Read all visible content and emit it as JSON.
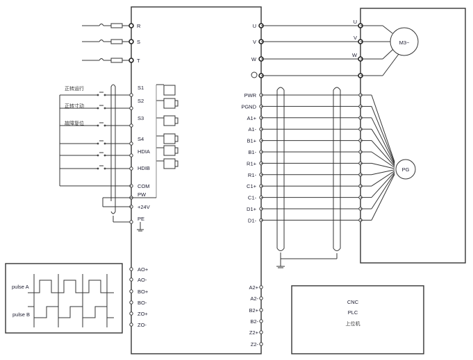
{
  "power_inputs": [
    "R",
    "S",
    "T"
  ],
  "digital_inputs": [
    {
      "terminal": "S1",
      "switch_label": "正转运行"
    },
    {
      "terminal": "S2",
      "switch_label": "正转寸动"
    },
    {
      "terminal": "S3",
      "switch_label": "故障复位"
    },
    {
      "terminal": "S4",
      "switch_label": ""
    },
    {
      "terminal": "HDIA",
      "switch_label": ""
    },
    {
      "terminal": "HDIB",
      "switch_label": ""
    }
  ],
  "common_terminals": [
    "COM",
    "PW",
    "+24V",
    "PE"
  ],
  "pulse_outputs": [
    "AO+",
    "AO-",
    "BO+",
    "BO-",
    "ZO+",
    "ZO-"
  ],
  "motor_terminals": [
    "U",
    "V",
    "W"
  ],
  "ground_symbol": "ground-icon",
  "motor": {
    "label": "M3~"
  },
  "encoder_terminals": [
    "PWR",
    "PGND",
    "A1+",
    "A1-",
    "B1+",
    "B1-",
    "R1+",
    "R1-",
    "C1+",
    "C1-",
    "D1+",
    "D1-"
  ],
  "encoder": {
    "label": "PG"
  },
  "pulse_inputs": [
    "A2+",
    "A2-",
    "B2+",
    "B2-",
    "Z2+",
    "Z2-"
  ],
  "controller_box": {
    "lines": [
      "CNC",
      "PLC",
      "上位机"
    ]
  },
  "waveform_legend": {
    "pulse_a": "pulse A",
    "pulse_b": "pulse B"
  }
}
